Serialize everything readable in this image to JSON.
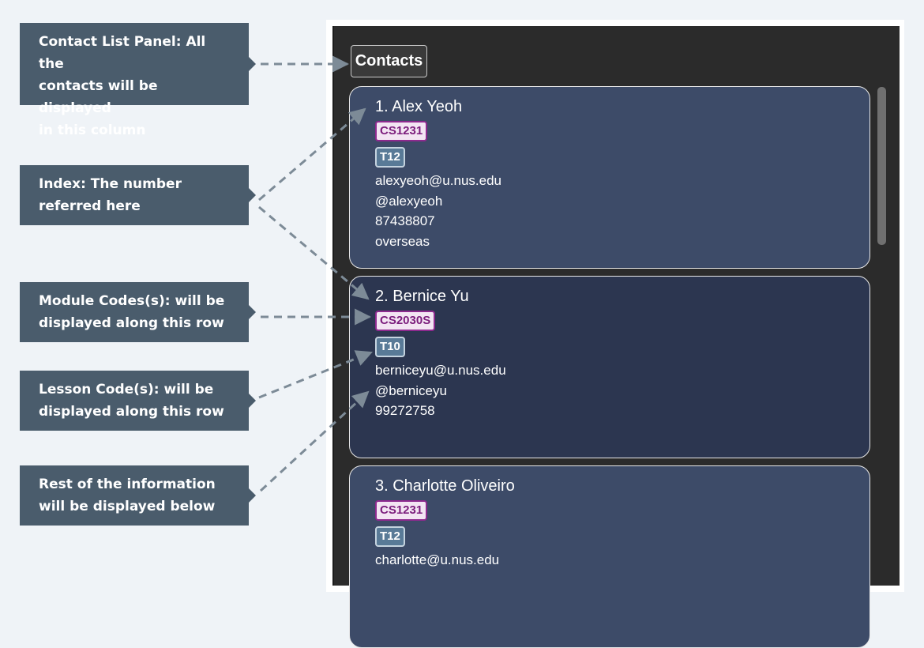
{
  "callouts": [
    {
      "lines": [
        "Contact List Panel: All the",
        "contacts will be displayed",
        "in this column"
      ]
    },
    {
      "lines": [
        "Index: The number",
        "referred here"
      ]
    },
    {
      "lines": [
        "Module Codes(s): will be",
        "displayed along this row"
      ]
    },
    {
      "lines": [
        "Lesson Code(s): will be",
        "displayed along this row"
      ]
    },
    {
      "lines": [
        "Rest of the information",
        "will be displayed below"
      ]
    }
  ],
  "panel": {
    "title": "Contacts"
  },
  "contacts": [
    {
      "name": "1. Alex Yeoh",
      "module": "CS1231",
      "lesson": "T12",
      "email": "alexyeoh@u.nus.edu",
      "telegram": "@alexyeoh",
      "phone": "87438807",
      "remark": "overseas"
    },
    {
      "name": "2. Bernice Yu",
      "module": "CS2030S",
      "lesson": "T10",
      "email": "berniceyu@u.nus.edu",
      "telegram": "@berniceyu",
      "phone": "99272758",
      "remark": ""
    },
    {
      "name": "3. Charlotte Oliveiro",
      "module": "CS1231",
      "lesson": "T12",
      "email": "charlotte@u.nus.edu",
      "telegram": "",
      "phone": "",
      "remark": ""
    }
  ],
  "colors": {
    "callout_bg": "#4a5c6c",
    "card_bg": "#3d4b68",
    "card_selected_bg": "#2c3650",
    "module_tag": "#7b1d7c",
    "lesson_tag": "#597a97",
    "arrow": "#7d8b97"
  }
}
